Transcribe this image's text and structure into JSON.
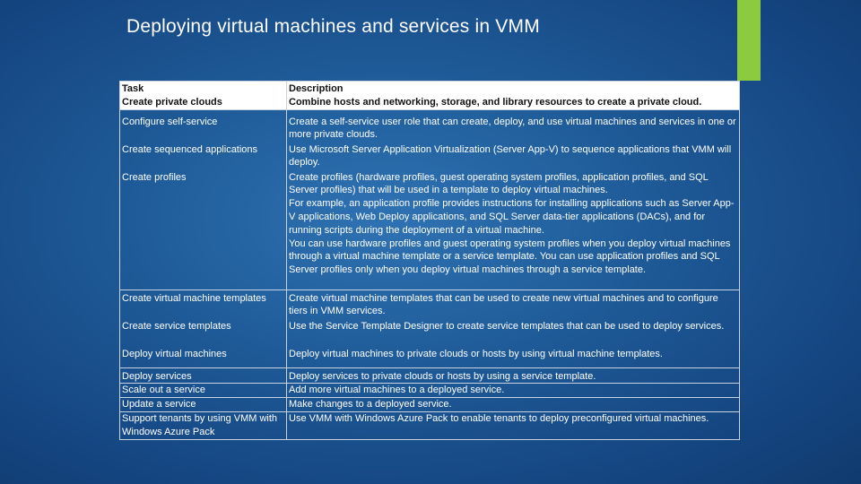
{
  "slide": {
    "title": "Deploying virtual machines and services in VMM",
    "accent_color": "#8ccb3f",
    "text_color": "#ffffff"
  },
  "table": {
    "headers": {
      "task": "Task",
      "description": "Description"
    },
    "rows": [
      {
        "task": "Create private clouds",
        "description": "Combine hosts and networking, storage, and library resources to create a private cloud."
      },
      {
        "task": "Configure self-service",
        "description": "Create a self-service user role that can create, deploy, and use virtual machines and services in one or more private clouds."
      },
      {
        "task": "Create sequenced applications",
        "description": "Use Microsoft Server Application Virtualization (Server App-V) to sequence applications that VMM will deploy."
      },
      {
        "task": "Create profiles",
        "description": "Create profiles (hardware profiles, guest operating system profiles, application profiles, and SQL Server profiles) that will be used in a template to deploy virtual machines.\nFor example, an application profile provides instructions for installing applications such as Server App-V applications, Web Deploy applications, and SQL Server data-tier applications (DACs), and for running scripts during the deployment of a virtual machine.\nYou can use hardware profiles and guest operating system profiles when you deploy virtual machines through a virtual machine template or a service template. You can use application profiles and SQL Server profiles only when you deploy virtual machines through a service template."
      },
      {
        "task": "Create virtual machine templates",
        "description": "Create virtual machine templates that can be used to create new virtual machines and to configure tiers in VMM services."
      },
      {
        "task": "Create service templates",
        "description": "Use the Service Template Designer to create service templates that can be used to deploy services."
      },
      {
        "task": "Deploy virtual machines",
        "description": "Deploy virtual machines to private clouds or hosts by using virtual machine templates."
      },
      {
        "task": "Deploy services",
        "description": "Deploy services to private clouds or hosts by using a service template."
      },
      {
        "task": "Scale out a service",
        "description": "Add more virtual machines to a deployed service."
      },
      {
        "task": "Update a service",
        "description": "Make changes to a deployed service."
      },
      {
        "task": "Support tenants by using VMM with Windows Azure Pack",
        "description": "Use VMM with Windows Azure Pack to enable tenants to deploy preconfigured virtual machines."
      }
    ]
  }
}
